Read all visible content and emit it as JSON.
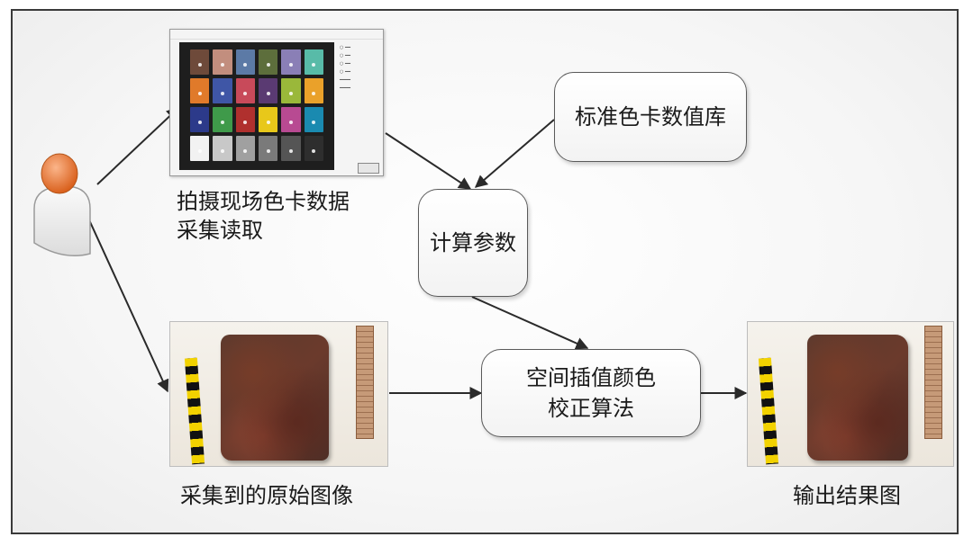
{
  "nodes": {
    "capture_label_line1": "拍摄现场色卡数据",
    "capture_label_line2": "采集读取",
    "standard_db": "标准色卡数值库",
    "compute_params": "计算参数",
    "algorithm_line1": "空间插值颜色",
    "algorithm_line2": "校正算法",
    "original_image_label": "采集到的原始图像",
    "output_label": "输出结果图"
  },
  "color_chart": {
    "patches": [
      "#6e4a3a",
      "#c28e7e",
      "#5c7aa6",
      "#5d6e3c",
      "#8a7fb6",
      "#58bba8",
      "#e07a2a",
      "#3f56a6",
      "#c84a5a",
      "#5a3a72",
      "#9ab83a",
      "#eaa12a",
      "#2c3a8a",
      "#3f9a4a",
      "#b0302e",
      "#e8c81a",
      "#b84a92",
      "#1a8ab0",
      "#f2f2f2",
      "#c8c8c8",
      "#a0a0a0",
      "#7a7a7a",
      "#555555",
      "#2e2e2e"
    ]
  },
  "colors": {
    "person_head": "#e8742a",
    "arrow": "#2a2a2a"
  }
}
